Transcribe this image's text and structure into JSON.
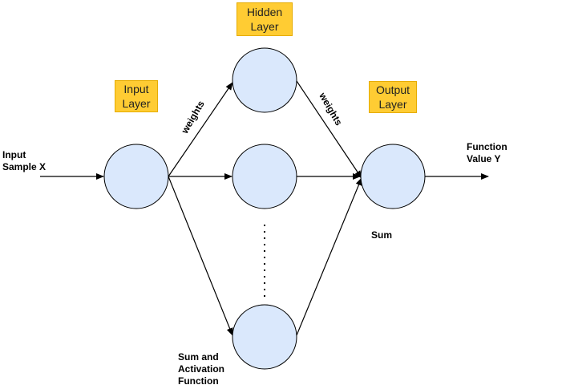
{
  "layers": {
    "input": "Input\nLayer",
    "hidden": "Hidden\nLayer",
    "output": "Output\nLayer"
  },
  "labels": {
    "input_sample": "Input\nSample X",
    "function_value": "Function\nValue Y",
    "weights_left": "weights",
    "weights_right": "weights",
    "sum": "Sum",
    "sum_activation": "Sum and\nActivation\nFunction"
  },
  "colors": {
    "node_fill": "#dae8fc",
    "node_stroke": "#000000",
    "layer_box": "#ffcc33",
    "edge": "#000000"
  }
}
